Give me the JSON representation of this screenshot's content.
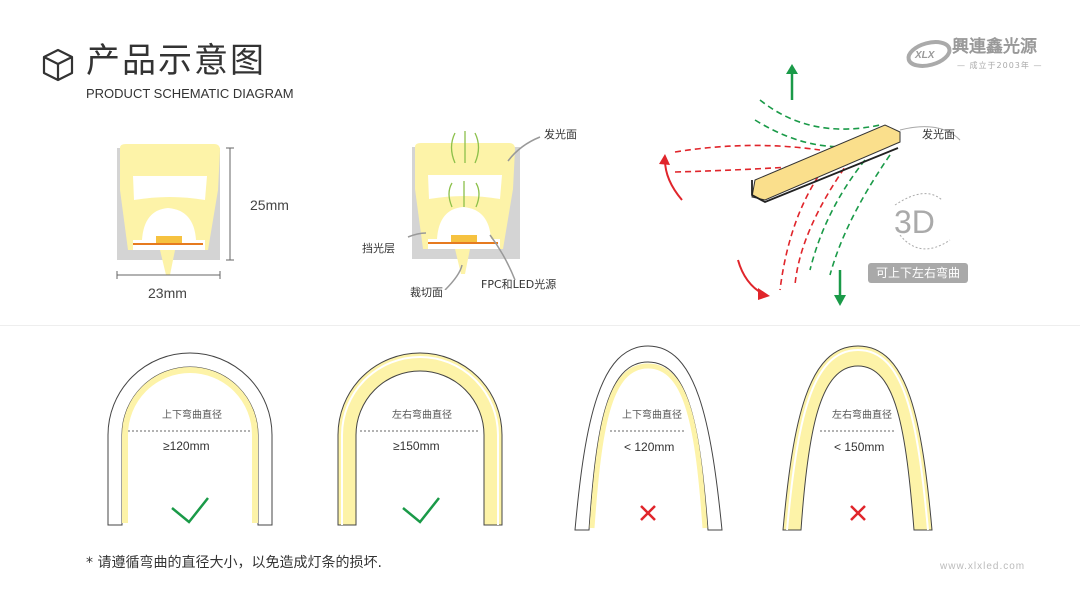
{
  "header": {
    "title": "产品示意图",
    "subtitle": "PRODUCT SCHEMATIC DIAGRAM",
    "icon": "cube-icon"
  },
  "logo": {
    "mark": "XLX",
    "name": "興連鑫光源",
    "tagline": "— 成立于2003年 —"
  },
  "cross_section": {
    "height": "25mm",
    "width": "23mm"
  },
  "structure": {
    "emitting_surface": "发光面",
    "shading_layer": "挡光层",
    "cut_surface": "裁切面",
    "fpc_led": "FPC和LED光源"
  },
  "bend3d": {
    "emitting_surface": "发光面",
    "label_3d": "3D",
    "caption": "可上下左右弯曲"
  },
  "bends": [
    {
      "title": "上下弯曲直径",
      "value": "≥120mm",
      "ok": true
    },
    {
      "title": "左右弯曲直径",
      "value": "≥150mm",
      "ok": true
    },
    {
      "title": "上下弯曲直径",
      "value": "< 120mm",
      "ok": false
    },
    {
      "title": "左右弯曲直径",
      "value": "< 150mm",
      "ok": false
    }
  ],
  "colors": {
    "yellow": "#fdf3a8",
    "ok": "#1a9a48",
    "bad": "#e0252b",
    "gray": "#d0d0d0"
  },
  "footer": {
    "note": "* 请遵循弯曲的直径大小，以免造成灯条的损坏.",
    "website": "www.xlxled.com"
  }
}
